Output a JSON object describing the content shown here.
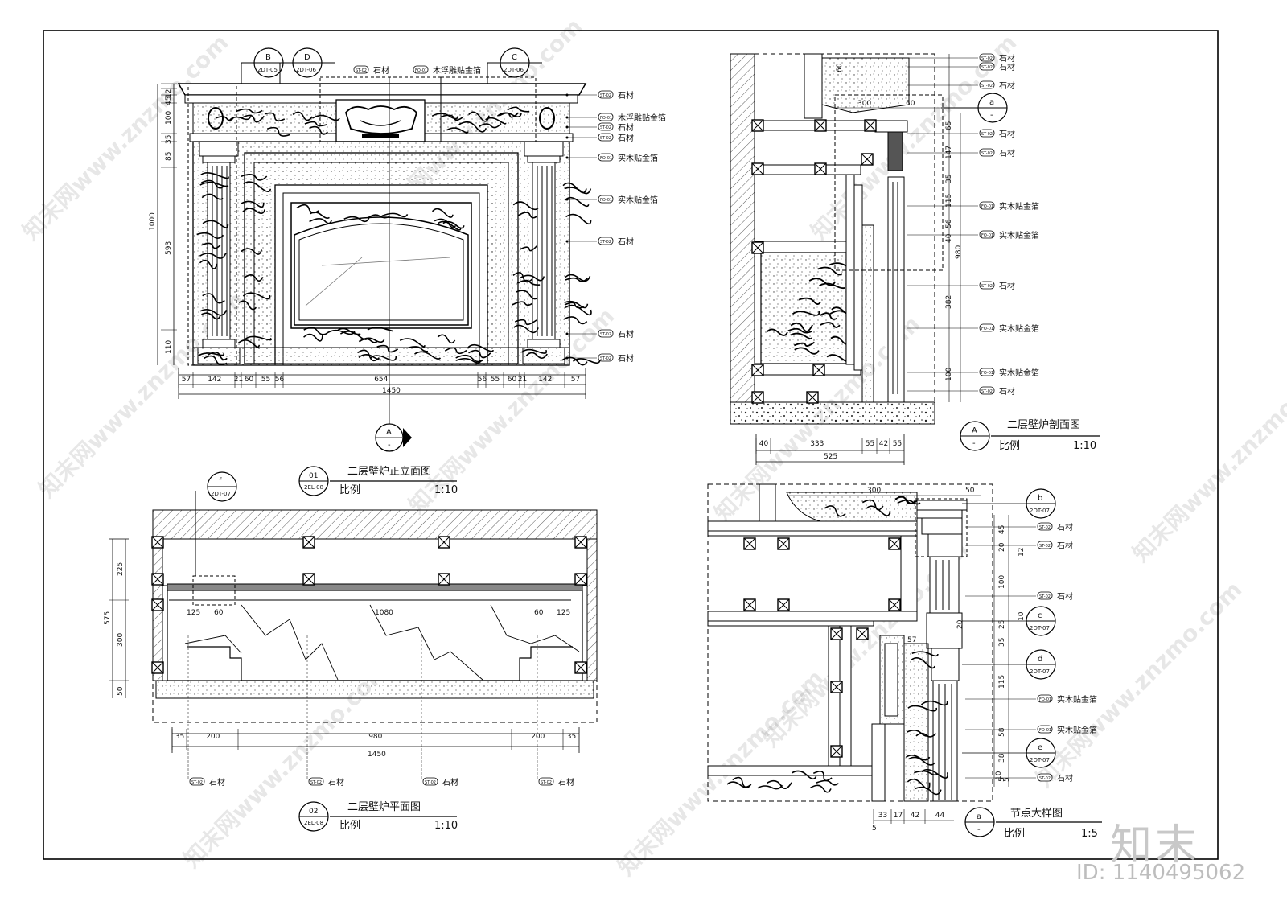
{
  "elevation": {
    "title": "二层壁炉正立面图",
    "scale_label": "比例",
    "scale": "1:10",
    "ref_num": "01",
    "ref_sheet": "2EL-08",
    "callouts": [
      {
        "letter": "B",
        "sheet": "2DT-05"
      },
      {
        "letter": "D",
        "sheet": "2DT-06"
      },
      {
        "letter": "C",
        "sheet": "2DT-06"
      }
    ],
    "top_labels": [
      {
        "code": "ST-02",
        "text": "石材"
      },
      {
        "code": "FO-01",
        "text": "木浮雕贴金箔"
      }
    ],
    "right_labels": [
      {
        "code": "ST-02",
        "text": "石材"
      },
      {
        "code": "FO-01",
        "text": "木浮雕贴金箔"
      },
      {
        "code": "ST-02",
        "text": "石材"
      },
      {
        "code": "ST-02",
        "text": "石材"
      },
      {
        "code": "FO-01",
        "text": "实木贴金箔"
      },
      {
        "code": "FO-01",
        "text": "实木贴金箔"
      },
      {
        "code": "ST-02",
        "text": "石材"
      },
      {
        "code": "ST-02",
        "text": "石材"
      },
      {
        "code": "ST-02",
        "text": "石材"
      }
    ],
    "left_dims": [
      "12",
      "45",
      "100",
      "35",
      "85",
      "1000",
      "593",
      "110"
    ],
    "bottom_dims": [
      "57",
      "142",
      "21",
      "60",
      "55",
      "56",
      "654",
      "56",
      "55",
      "60",
      "21",
      "142",
      "57"
    ],
    "total": "1450",
    "section_marker": {
      "letter": "A",
      "dash": "-"
    }
  },
  "plan": {
    "title": "二层壁炉平面图",
    "scale_label": "比例",
    "scale": "1:10",
    "ref_num": "02",
    "ref_sheet": "2EL-08",
    "callout": {
      "letter": "f",
      "sheet": "2DT-07"
    },
    "left_dims": [
      "225",
      "575",
      "300",
      "50"
    ],
    "inner_dims": [
      "125",
      "60",
      "1080",
      "60",
      "125"
    ],
    "bottom_dims": [
      "35",
      "200",
      "980",
      "200",
      "35"
    ],
    "total": "1450",
    "bottom_labels": [
      {
        "code": "ST-02",
        "text": "石材"
      },
      {
        "code": "ST-02",
        "text": "石材"
      },
      {
        "code": "ST-02",
        "text": "石材"
      },
      {
        "code": "ST-02",
        "text": "石材"
      }
    ]
  },
  "section": {
    "title": "二层壁炉剖面图",
    "scale_label": "比例",
    "scale": "1:10",
    "ref_letter": "A",
    "ref_dash": "-",
    "top_dims": [
      "300",
      "50"
    ],
    "callout": {
      "letter": "a",
      "dash": "-"
    },
    "right_dims": [
      "60",
      "65",
      "147",
      "35",
      "115",
      "40",
      "56",
      "980",
      "382",
      "100"
    ],
    "right_labels": [
      {
        "code": "ST-02",
        "text": "石材"
      },
      {
        "code": "ST-02",
        "text": "石材"
      },
      {
        "code": "ST-02",
        "text": "石材"
      },
      {
        "code": "ST-02",
        "text": "石材"
      },
      {
        "code": "ST-02",
        "text": "石材"
      },
      {
        "code": "FO-01",
        "text": "实木贴金箔"
      },
      {
        "code": "FO-01",
        "text": "实木贴金箔"
      },
      {
        "code": "ST-02",
        "text": "石材"
      },
      {
        "code": "FO-01",
        "text": "实木贴金箔"
      },
      {
        "code": "FO-01",
        "text": "实木贴金箔"
      },
      {
        "code": "ST-02",
        "text": "石材"
      }
    ],
    "bottom_dims": [
      "40",
      "333",
      "55",
      "42",
      "55"
    ],
    "total": "525"
  },
  "detail": {
    "title": "节点大样图",
    "scale_label": "比例",
    "scale": "1:5",
    "ref_letter": "a",
    "ref_dash": "-",
    "top_dims": [
      "300",
      "50"
    ],
    "right_dims": [
      "45",
      "20",
      "12",
      "100",
      "10",
      "20",
      "25",
      "35",
      "115",
      "58",
      "38",
      "10",
      "5",
      "5"
    ],
    "inner_dim": "57",
    "callouts": [
      {
        "letter": "b",
        "sheet": "2DT-07"
      },
      {
        "letter": "c",
        "sheet": "2DT-07"
      },
      {
        "letter": "d",
        "sheet": "2DT-07"
      },
      {
        "letter": "e",
        "sheet": "2DT-07"
      }
    ],
    "labels": [
      {
        "code": "ST-02",
        "text": "石材"
      },
      {
        "code": "ST-02",
        "text": "石材"
      },
      {
        "code": "ST-02",
        "text": "石材"
      },
      {
        "code": "FO-01",
        "text": "实木贴金箔"
      },
      {
        "code": "FO-01",
        "text": "实木贴金箔"
      },
      {
        "code": "ST-02",
        "text": "石材"
      }
    ],
    "bottom_dims": [
      "33",
      "17",
      "42",
      "44"
    ],
    "left_small": "5"
  },
  "watermark": "知末网www.znzmo.com",
  "brand": "知末",
  "image_id": "ID: 1140495062"
}
